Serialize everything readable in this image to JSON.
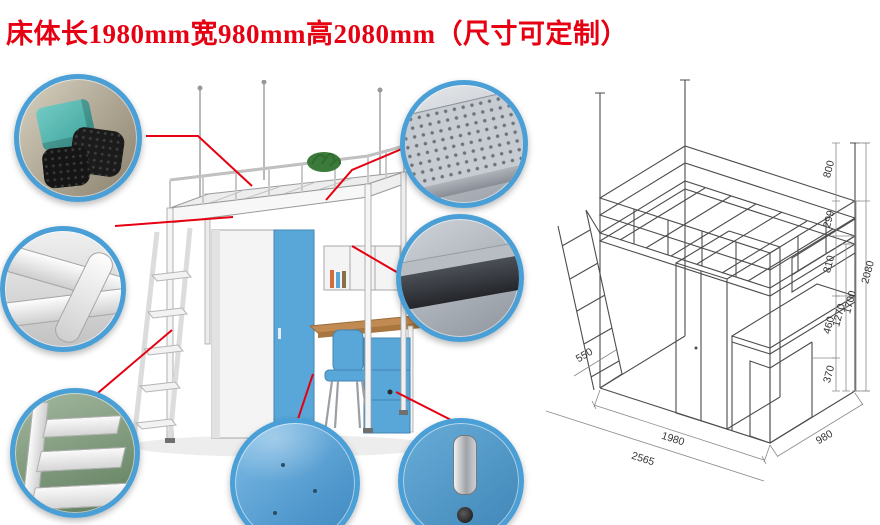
{
  "title": "床体长1980mm宽980mm高2080mm（尺寸可定制）",
  "colors": {
    "title_red": "#e60012",
    "connector_red": "#e60012",
    "callout_ring_blue": "#4aa0d6",
    "panel_blue": "#58a7d8",
    "wood_tone": "#c08a52",
    "frame_white": "#f4f4f4",
    "drawing_line_gray": "#4c4c4c"
  },
  "callouts": [
    {
      "icon": "foot-pad-detail-photo"
    },
    {
      "icon": "frame-tube-detail-photo"
    },
    {
      "icon": "ladder-step-detail-photo"
    },
    {
      "icon": "perforated-panel-detail-photo"
    },
    {
      "icon": "beam-corner-detail-photo"
    },
    {
      "icon": "blue-panel-detail-photo"
    },
    {
      "icon": "lock-handle-detail-photo"
    }
  ],
  "tech_drawing": {
    "vertical_dims": [
      "800",
      "299",
      "810",
      "1270",
      "1700",
      "2080",
      "460",
      "370"
    ],
    "base_dims": [
      "550",
      "1980",
      "2565",
      "980"
    ]
  }
}
